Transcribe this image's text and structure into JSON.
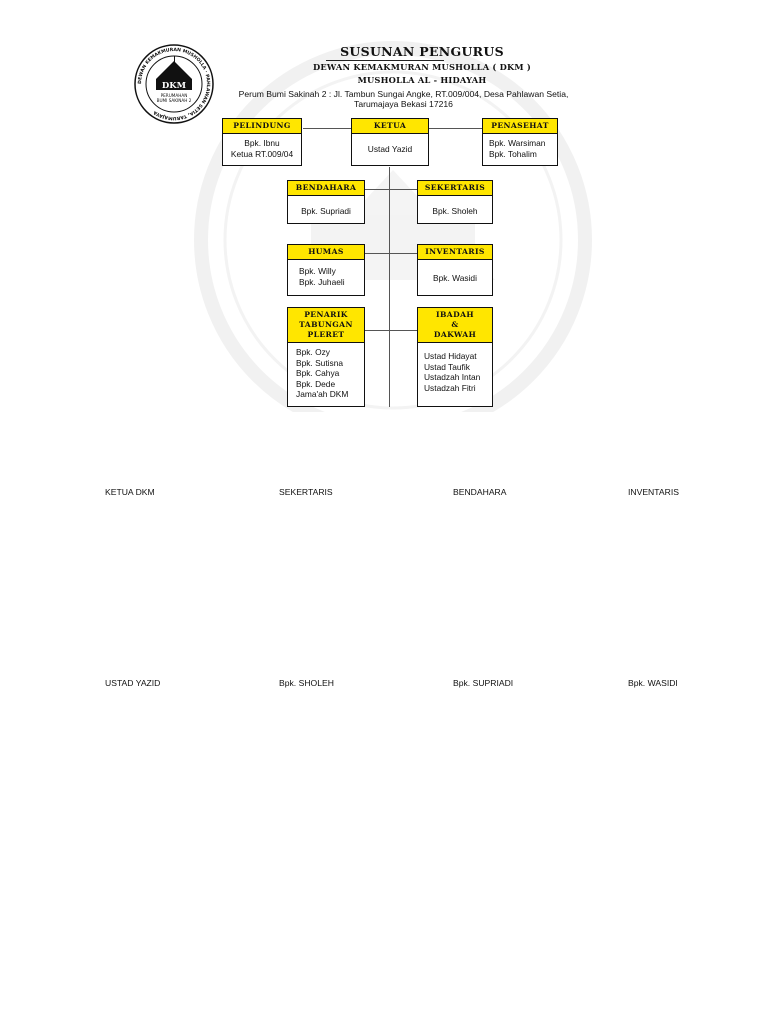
{
  "header": {
    "title": "SUSUNAN PENGURUS",
    "subtitle1": "DEWAN KEMAKMURAN MUSHOLLA ( DKM )",
    "subtitle2": "MUSHOLLA AL - HIDAYAH",
    "address_line1": "Perum Bumi Sakinah 2 : Jl. Tambun Sungai Angke, RT.009/004, Desa Pahlawan Setia,",
    "address_line2": "Tarumajaya Bekasi 17216"
  },
  "logo": {
    "center_text": "DKM",
    "lines": [
      "PERUMAHAN",
      "BUMI SAKINAH 2"
    ],
    "ring_text": "DEWAN KEMAKMURAN MUSHOLLA · PAHLAWAN SETIA, TARUMAJAYA"
  },
  "org": {
    "pelindung": {
      "title": "PELINDUNG",
      "members": [
        "Bpk. Ibnu",
        "Ketua RT.009/04"
      ]
    },
    "ketua": {
      "title": "KETUA",
      "members": [
        "Ustad Yazid"
      ]
    },
    "penasehat": {
      "title": "PENASEHAT",
      "members": [
        "Bpk. Warsiman",
        "Bpk. Tohalim"
      ]
    },
    "bendahara": {
      "title": "BENDAHARA",
      "members": [
        "Bpk. Supriadi"
      ]
    },
    "sekertaris": {
      "title": "SEKERTARIS",
      "members": [
        "Bpk. Sholeh"
      ]
    },
    "humas": {
      "title": "HUMAS",
      "members": [
        "Bpk. Willy",
        "Bpk. Juhaeli"
      ]
    },
    "inventaris": {
      "title": "INVENTARIS",
      "members": [
        "Bpk. Wasidi"
      ]
    },
    "penarik": {
      "title_lines": [
        "PENARIK",
        "TABUNGAN",
        "PLERET"
      ],
      "members": [
        "Bpk. Ozy",
        "Bpk. Sutisna",
        "Bpk. Cahya",
        "Bpk. Dede",
        "Jama'ah DKM"
      ]
    },
    "ibadah": {
      "title_lines": [
        "IBADAH",
        "&",
        "DAKWAH"
      ],
      "members": [
        "Ustad Hidayat",
        "Ustad Taufik",
        "Ustadzah Intan",
        "Ustadzah Fitri"
      ]
    }
  },
  "signatures": [
    {
      "role": "KETUA DKM",
      "name": "USTAD YAZID"
    },
    {
      "role": "SEKERTARIS",
      "name": "Bpk. SHOLEH"
    },
    {
      "role": "BENDAHARA",
      "name": "Bpk. SUPRIADI"
    },
    {
      "role": "INVENTARIS",
      "name": "Bpk. WASIDI"
    }
  ],
  "colors": {
    "header_fill": "#ffe600",
    "border": "#111111",
    "watermark": "#f0f0f0"
  }
}
